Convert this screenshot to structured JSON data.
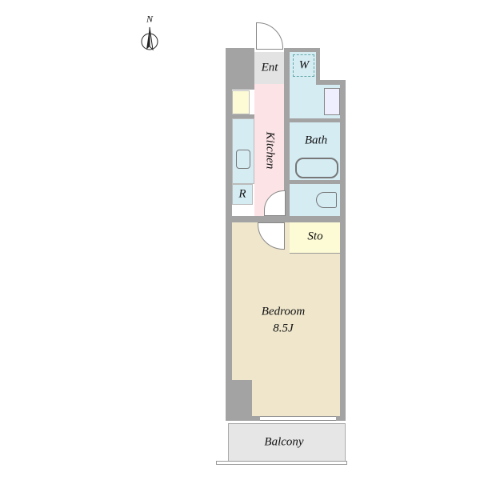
{
  "compass": {
    "label": "N"
  },
  "rooms": {
    "entrance": "Ent",
    "washer": "W",
    "kitchen": "Kitchen",
    "bath": "Bath",
    "refrigerator": "R",
    "storage": "Sto",
    "bedroom": "Bedroom",
    "bedroom_size": "8.5J",
    "balcony": "Balcony"
  },
  "colors": {
    "wall": "#a3a3a3",
    "kitchen": "#fbe3e6",
    "wet": "#d5ecf3",
    "bedroom": "#efe6cc",
    "storage": "#fdfbd5",
    "entrance": "#e3e3e3"
  }
}
